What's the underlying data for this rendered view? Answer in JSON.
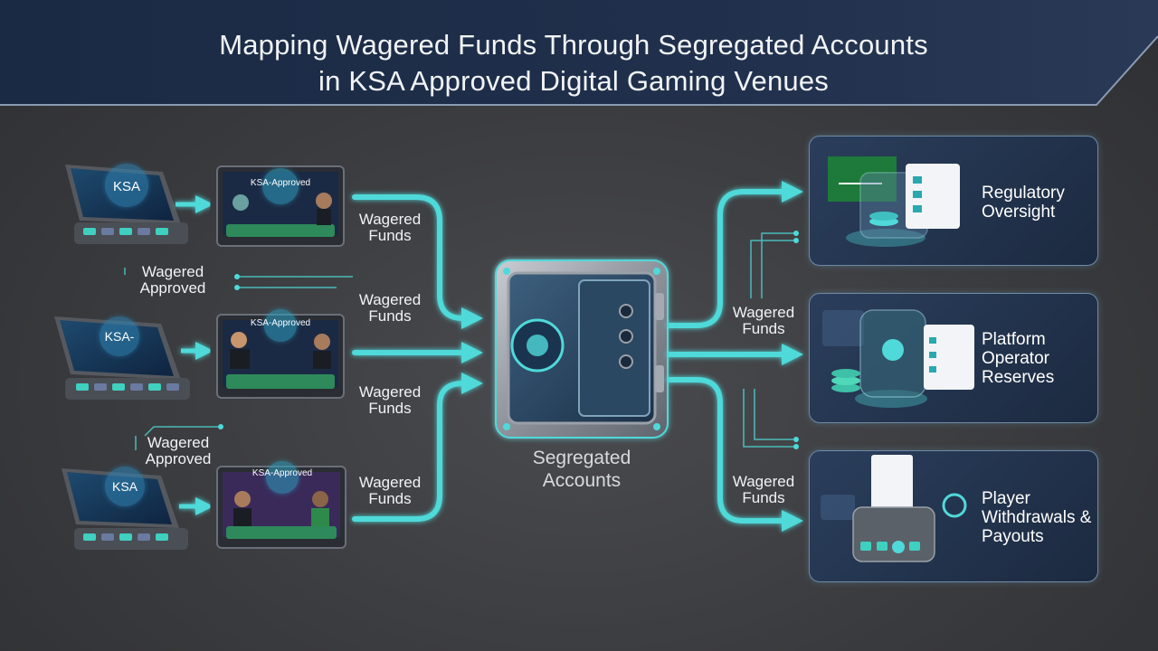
{
  "title": {
    "line1": "Mapping Wagered Funds Through Segregated Accounts",
    "line2": "in KSA Approved Digital Gaming Venues"
  },
  "sources": [
    {
      "tablet_label": "KSA",
      "venue_label": "KSA-Approved",
      "funds_label": "Wagered Funds"
    },
    {
      "tablet_label": "KSA-",
      "venue_label": "KSA-Approved",
      "funds_label": "Wagered Funds"
    },
    {
      "tablet_label": "KSA",
      "venue_label": "KSA-Approved",
      "funds_label": "Wagered Funds"
    }
  ],
  "approved_labels": [
    "Wagered Approved",
    "Wagered Approved"
  ],
  "middle_funds_label": "Wagered Funds",
  "vault_label": "Segregated Accounts",
  "out_funds_labels": [
    "Wagered Funds",
    "Wagered Funds"
  ],
  "destinations": [
    {
      "label": "Regulatory Oversight",
      "icon": "saudi-flag-icon"
    },
    {
      "label": "Platform Operator Reserves",
      "icon": "coin-reserve-icon"
    },
    {
      "label": "Player Withdrawals & Payouts",
      "icon": "payout-terminal-icon"
    }
  ],
  "colors": {
    "accent": "#4fd9d9",
    "header": "#1d2d47",
    "background": "#3a3b3e",
    "panel": "#22324c"
  }
}
